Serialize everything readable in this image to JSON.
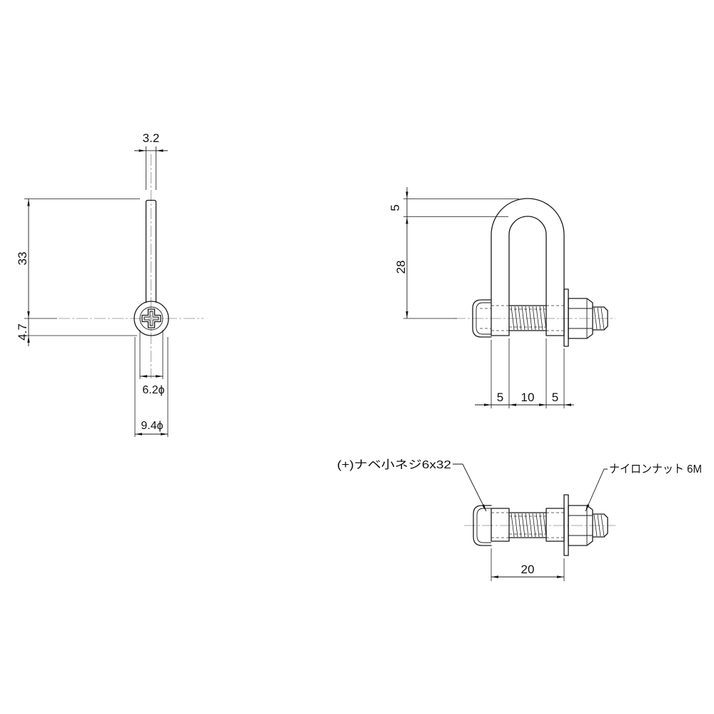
{
  "side_view": {
    "dim_width": "3.2",
    "dim_length": "33",
    "dim_eye_offset": "4.7",
    "dim_inner_diameter": "6.2ϕ",
    "dim_outer_diameter": "9.4ϕ"
  },
  "front_view": {
    "dim_top": "5",
    "dim_height": "28",
    "dim_left_leg": "5",
    "dim_inner_gap": "10",
    "dim_right_leg": "5"
  },
  "assembly_view": {
    "screw_callout": "(+)ナベ小ネジ6x32",
    "nut_callout": "ナイロンナット 6M",
    "dim_length": "20"
  }
}
